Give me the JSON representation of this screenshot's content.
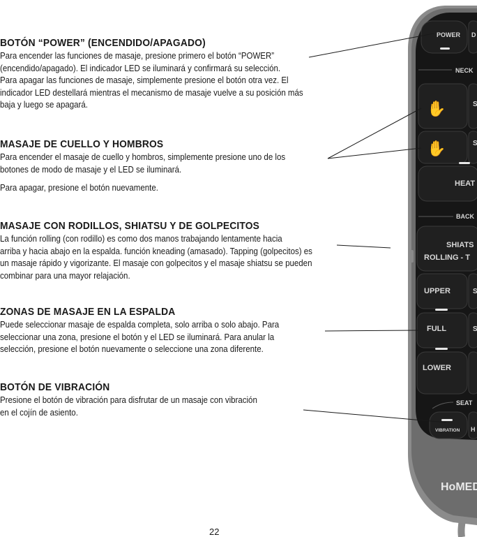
{
  "sections": [
    {
      "title": "BOTÓN “POWER” (ENCENDIDO/APAGADO)",
      "body": "Para encender las funciones de masaje, presione primero el botón “POWER”\n(encendido/apagado). El indicador LED se iluminará y confirmará su selección.\nPara apagar las funciones de masaje, simplemente presione el botón otra vez. El\nindicador LED destellará mientras el mecanismo de masaje vuelve a su posición más\nbaja y luego se apagará."
    },
    {
      "title": "MASAJE DE CUELLO Y HOMBROS",
      "body": "Para encender el masaje de cuello y hombros, simplemente presione uno de los\nbotones de modo de masaje y el LED se iluminará.",
      "body2": "Para apagar, presione el botón nuevamente."
    },
    {
      "title": "MASAJE CON RODILLOS, SHIATSU Y DE GOLPECITOS",
      "body": "La función rolling (con rodillo) es como dos manos trabajando lentamente hacia\narriba y hacia abajo en la espalda. función kneading (amasado). Tapping (golpecitos) es\nun masaje rápido y vigorizante. El masaje con golpecitos y el masaje shiatsu se pueden\ncombinar para una mayor relajación."
    },
    {
      "title": "ZONAS DE MASAJE EN LA ESPALDA",
      "body": "Puede seleccionar masaje de espalda completa, solo arriba o solo abajo.  Para\nseleccionar una zona, presione el botón y el LED se iluminará.  Para anular la\nselección, presione el botón nuevamente o seleccione una zona diferente."
    },
    {
      "title": "BOTÓN DE VIBRACIÓN",
      "body": "Presione el botón de vibración para disfrutar de un masaje con vibración\nen el cojín de asiento."
    }
  ],
  "page_number": "22",
  "remote": {
    "power": "POWER",
    "power_right_cut": "D",
    "neck": "NECK",
    "heat": "HEAT",
    "back": "BACK",
    "shiatsu": "SHIATS",
    "rolling": "ROLLING - T",
    "upper": "UPPER",
    "full": "FULL",
    "lower": "LOWER",
    "seat": "SEAT",
    "vibration": "VIBRATION",
    "seat_right_cut": "H",
    "side_s": "S",
    "brand": "HoMED"
  }
}
